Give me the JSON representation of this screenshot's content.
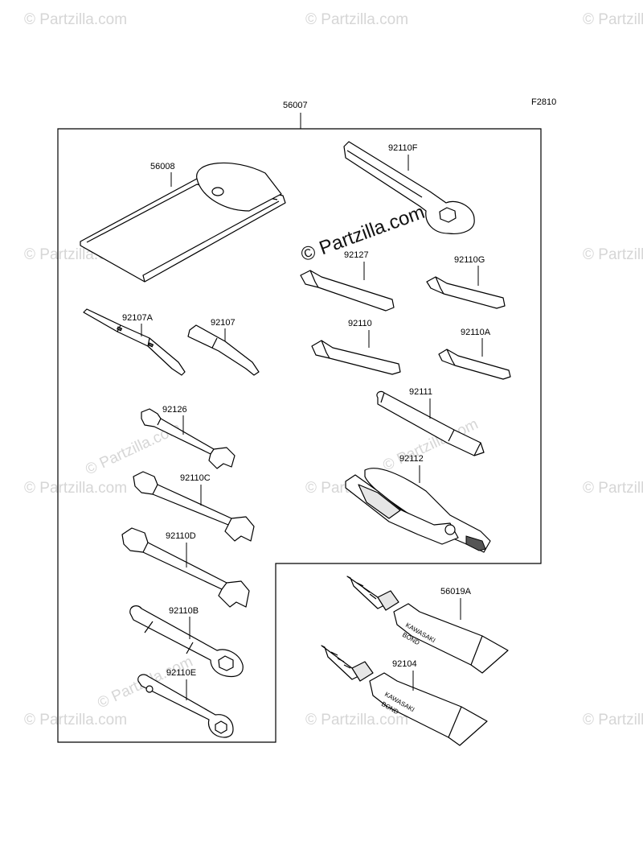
{
  "figure_code": "F2810",
  "watermark": "© Partzilla.com",
  "watermark_center": "© Partzilla.com",
  "parts": {
    "kit": "56007",
    "pouch": "56008",
    "wrench_f": "92110F",
    "hex_92127": "92127",
    "hex_g": "92110G",
    "hex_92110": "92110",
    "hex_a": "92110A",
    "driver_a": "92107A",
    "driver": "92107",
    "handle": "92111",
    "pliers": "92112",
    "spanner_92126": "92126",
    "spanner_c": "92110C",
    "spanner_d": "92110D",
    "box_b": "92110B",
    "box_e": "92110E",
    "bond_a": "56019A",
    "bond": "92104"
  },
  "tube_label": {
    "brand": "KAWASAKI",
    "product": "BOND"
  }
}
